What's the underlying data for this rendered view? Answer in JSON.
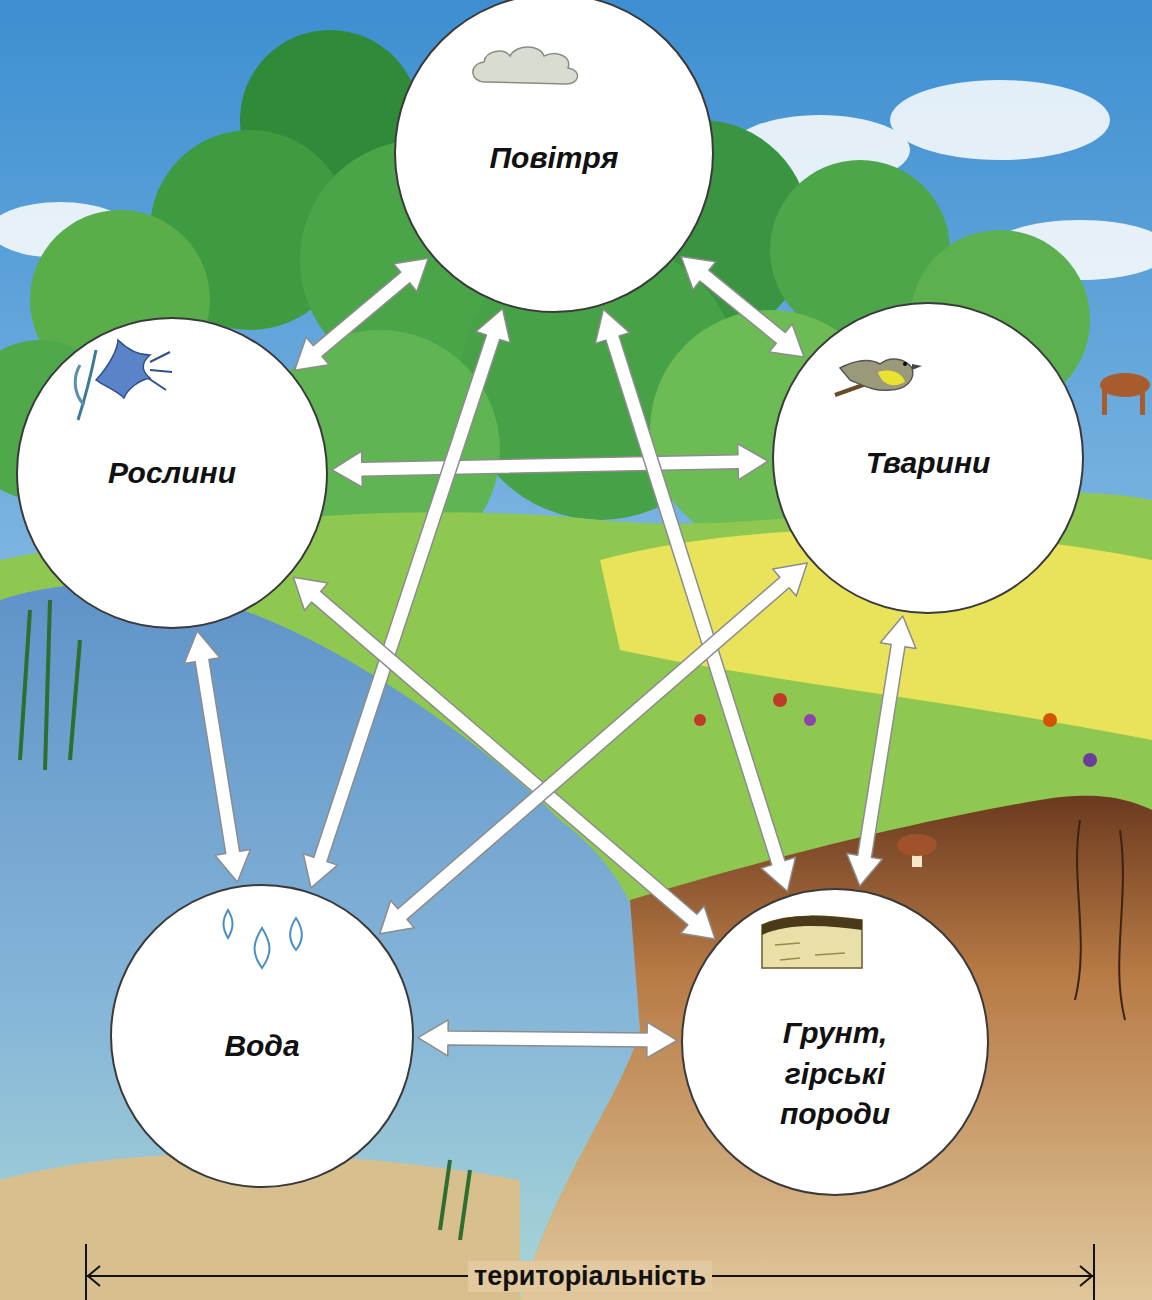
{
  "diagram": {
    "nodes": [
      {
        "text": [
          "Повітря"
        ]
      },
      {
        "text": [
          "Рослини"
        ]
      },
      {
        "text": [
          "Тварини"
        ]
      },
      {
        "text": [
          "Вода"
        ]
      },
      {
        "text": [
          "Грунт, гірські породи"
        ]
      }
    ],
    "edges": [
      {
        "from": 0,
        "to": 1,
        "arrow": "both"
      },
      {
        "from": 0,
        "to": 2,
        "arrow": "both"
      },
      {
        "from": 1,
        "to": 2,
        "arrow": "both"
      },
      {
        "from": 1,
        "to": 3,
        "arrow": "both"
      },
      {
        "from": 2,
        "to": 4,
        "arrow": "both"
      },
      {
        "from": 3,
        "to": 4,
        "arrow": "both"
      },
      {
        "from": 0,
        "to": 3,
        "arrow": "both"
      },
      {
        "from": 0,
        "to": 4,
        "arrow": "both"
      },
      {
        "from": 1,
        "to": 4,
        "arrow": "both"
      },
      {
        "from": 2,
        "to": 3,
        "arrow": "both"
      }
    ],
    "labels": [
      "територіальність"
    ]
  }
}
